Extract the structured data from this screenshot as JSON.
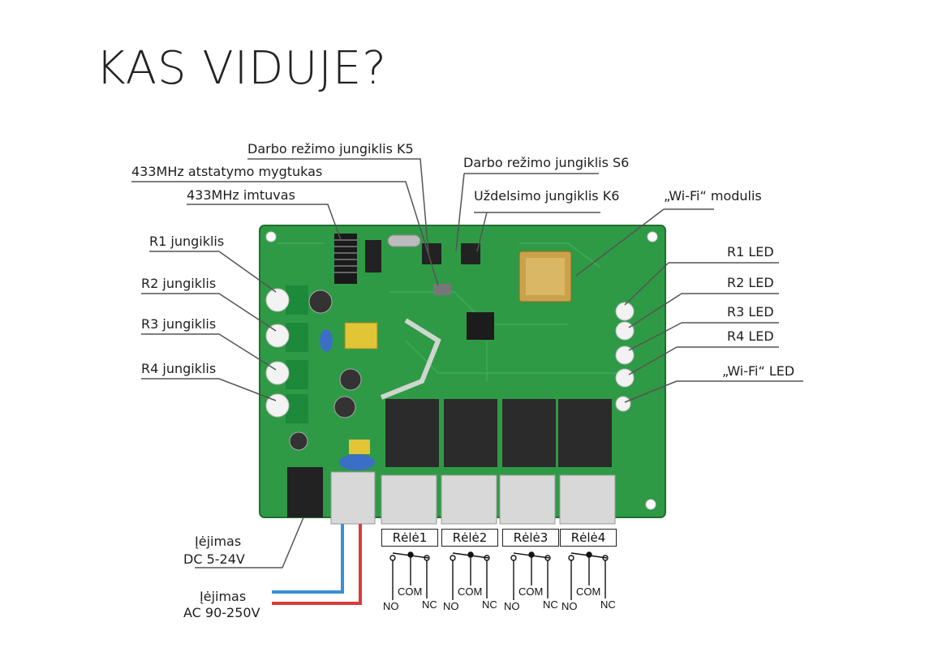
{
  "title": "KAS VIDUJE?",
  "labels": {
    "k5": "Darbo režimo jungiklis K5",
    "reset433": "433MHz atstatymo mygtukas",
    "receiver433": "433MHz imtuvas",
    "s6": "Darbo režimo jungiklis S6",
    "k6": "Uždelsimo jungiklis K6",
    "wifi_module": "„Wi-Fi“ modulis",
    "r1_switch": "R1 jungiklis",
    "r2_switch": "R2 jungiklis",
    "r3_switch": "R3 jungiklis",
    "r4_switch": "R4 jungiklis",
    "r1_led": "R1 LED",
    "r2_led": "R2 LED",
    "r3_led": "R3 LED",
    "r4_led": "R4 LED",
    "wifi_led": "„Wi-Fi“ LED",
    "dc_in_1": "Įėjimas",
    "dc_in_2": "DC 5-24V",
    "ac_in_1": "Įėjimas",
    "ac_in_2": "AC 90-250V"
  },
  "relays": [
    {
      "name": "Rėlė1",
      "no": "NO",
      "com": "COM",
      "nc": "NC"
    },
    {
      "name": "Rėlė2",
      "no": "NO",
      "com": "COM",
      "nc": "NC"
    },
    {
      "name": "Rėlė3",
      "no": "NO",
      "com": "COM",
      "nc": "NC"
    },
    {
      "name": "Rėlė4",
      "no": "NO",
      "com": "COM",
      "nc": "NC"
    }
  ],
  "colors": {
    "pcb": "#2f9a45",
    "pcb_dark": "#227a35",
    "wire_blue": "#3a8fd6",
    "wire_red": "#d93b3b",
    "relay_body": "#2b2b2b"
  }
}
